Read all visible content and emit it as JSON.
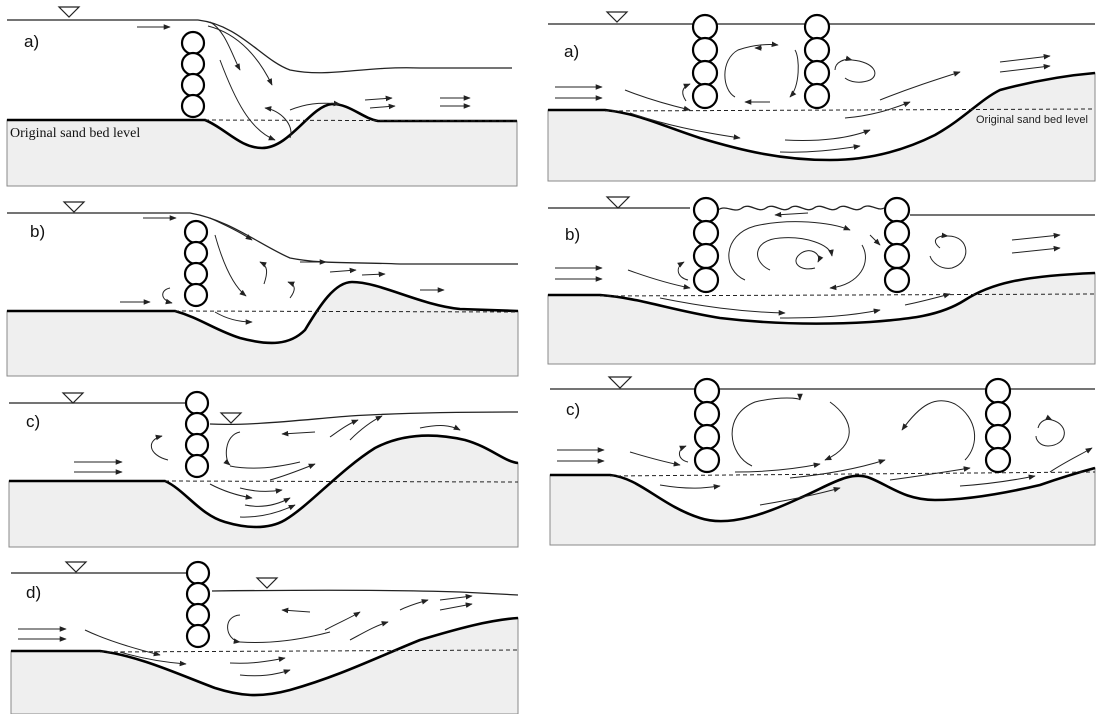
{
  "labels": {
    "left": [
      "a)",
      "b)",
      "c)",
      "d)"
    ],
    "right": [
      "a)",
      "b)",
      "c)"
    ]
  },
  "notes": {
    "left_a": "Original sand bed level",
    "right_a": "Original sand bed level"
  },
  "icons": {
    "water_surface": "inverted-triangle-icon",
    "log": "circle-icon"
  }
}
